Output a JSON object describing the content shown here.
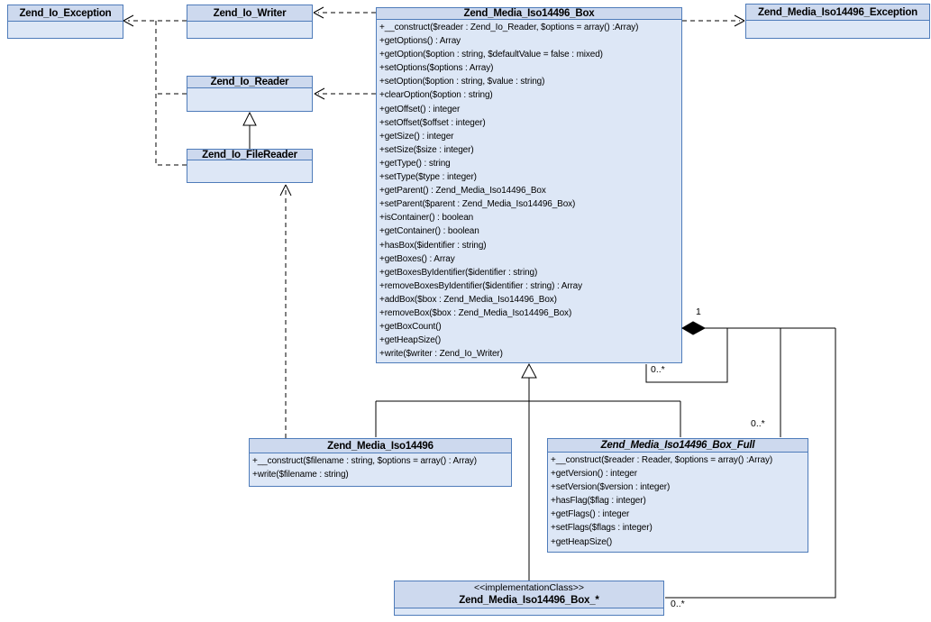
{
  "diagram": {
    "type": "uml-class-diagram",
    "classes": {
      "zend_io_exception": {
        "name": "Zend_Io_Exception",
        "methods": []
      },
      "zend_io_writer": {
        "name": "Zend_Io_Writer",
        "methods": []
      },
      "zend_io_reader": {
        "name": "Zend_Io_Reader",
        "methods": []
      },
      "zend_io_filereader": {
        "name": "Zend_Io_FileReader",
        "methods": []
      },
      "zend_media_iso14496_box": {
        "name": "Zend_Media_Iso14496_Box",
        "methods": [
          "+__construct($reader : Zend_Io_Reader, $options = array() :Array)",
          "+getOptions() : Array",
          "+getOption($option : string, $defaultValue = false : mixed)",
          "+setOptions($options : Array)",
          "+setOption($option : string, $value : string)",
          "+clearOption($option : string)",
          "+getOffset() : integer",
          "+setOffset($offset : integer)",
          "+getSize() : integer",
          "+setSize($size : integer)",
          "+getType() : string",
          "+setType($type : integer)",
          "+getParent() : Zend_Media_Iso14496_Box",
          "+setParent($parent : Zend_Media_Iso14496_Box)",
          "+isContainer() : boolean",
          "+getContainer() : boolean",
          "+hasBox($identifier : string)",
          "+getBoxes() : Array",
          "+getBoxesByIdentifier($identifier : string)",
          "+removeBoxesByIdentifier($identifier : string) : Array",
          "+addBox($box : Zend_Media_Iso14496_Box)",
          "+removeBox($box : Zend_Media_Iso14496_Box)",
          "+getBoxCount()",
          "+getHeapSize()",
          "+write($writer : Zend_Io_Writer)"
        ]
      },
      "zend_media_iso14496_exception": {
        "name": "Zend_Media_Iso14496_Exception",
        "methods": []
      },
      "zend_media_iso14496": {
        "name": "Zend_Media_Iso14496",
        "methods": [
          "+__construct($filename : string, $options = array() : Array)",
          "+write($filename : string)"
        ]
      },
      "zend_media_iso14496_box_full": {
        "name": "Zend_Media_Iso14496_Box_Full",
        "abstract": true,
        "methods": [
          "+__construct($reader : Reader, $options = array() :Array)",
          "+getVersion() : integer",
          "+setVersion($version : integer)",
          "+hasFlag($flag : integer)",
          "+getFlags() : integer",
          "+setFlags($flags : integer)",
          "+getHeapSize()"
        ]
      },
      "zend_media_iso14496_box_impl": {
        "stereotype": "<<implementationClass>>",
        "name": "Zend_Media_Iso14496_Box_*",
        "methods": []
      }
    },
    "labels": {
      "one": "1",
      "many_self": "0..*",
      "many_full": "0..*",
      "many_impl": "0..*"
    },
    "colors": {
      "box_title_fill": "#cdd9ee",
      "box_body_fill": "#dde7f6",
      "box_border": "#4f7cba",
      "line": "#000000"
    }
  }
}
